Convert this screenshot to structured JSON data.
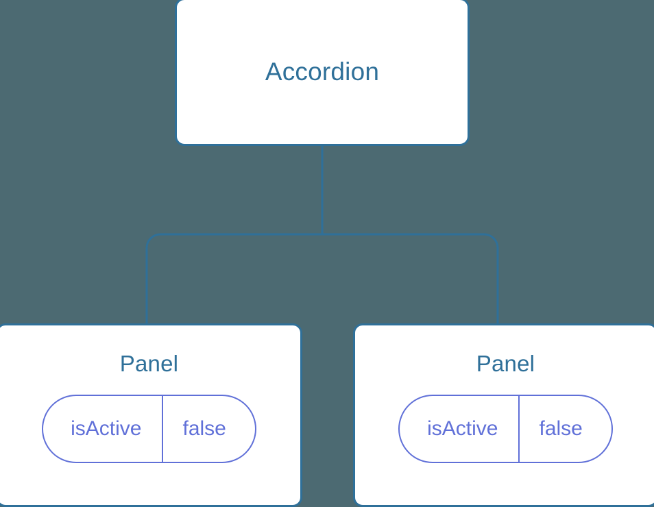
{
  "canvas": {
    "background_color": "#4c6a72",
    "node_border_color": "#2f7099",
    "node_fill_color": "#ffffff",
    "node_text_color": "#2f7099",
    "prop_color": "#6070d8",
    "connector_color": "#2f7099"
  },
  "tree": {
    "root": {
      "label": "Accordion"
    },
    "children": [
      {
        "label": "Panel",
        "props": [
          {
            "key": "isActive",
            "value": "false"
          }
        ]
      },
      {
        "label": "Panel",
        "props": [
          {
            "key": "isActive",
            "value": "false"
          }
        ]
      }
    ]
  }
}
